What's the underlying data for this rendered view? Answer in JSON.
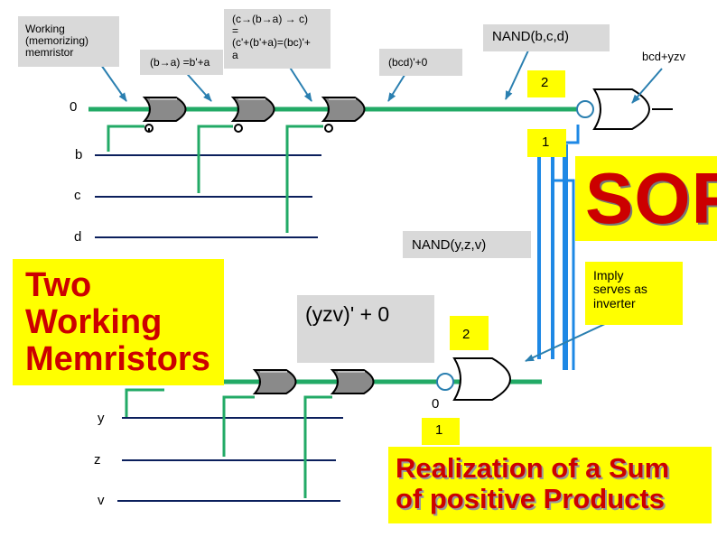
{
  "labels": {
    "working_memristor": "Working\n(memorizing)\nmemristor",
    "ba_note": "(b→a) =b'+a",
    "cba_note": "(c→(b→a) → c)\n=\n(c'+(b'+a)=(bc)'+\na",
    "nand_bcd": "NAND(b,c,d)",
    "bcd_yzv": "bcd+yzv",
    "bcd_prime": "(bcd)'+0",
    "num_2_top": "2",
    "num_0_left": "0",
    "num_1_top": "1",
    "var_b": "b",
    "var_c": "c",
    "var_d": "d",
    "sop": "SOP",
    "nand_yzv": "NAND(y,z,v)",
    "imply_note": "Imply\nserves as\ninverter",
    "two_working": "Two\nWorking\nMemristors",
    "yzv_prime": "(yzv)' + 0",
    "num_2_bottom": "2",
    "num_0_bottom": "0",
    "num_1_bottom": "1",
    "var_y": "y",
    "var_z": "z",
    "var_v": "v",
    "realization": "Realization of a Sum\nof  positive Products"
  },
  "colors": {
    "green_wire": "#22aa66",
    "blue_wire": "#1e88e5",
    "navy_line": "#0b1f5c",
    "gray_box": "#d9d9d9",
    "yellow_box": "#ffff00",
    "red_text": "#cc0000",
    "gate_fill": "#8a8a8a"
  }
}
